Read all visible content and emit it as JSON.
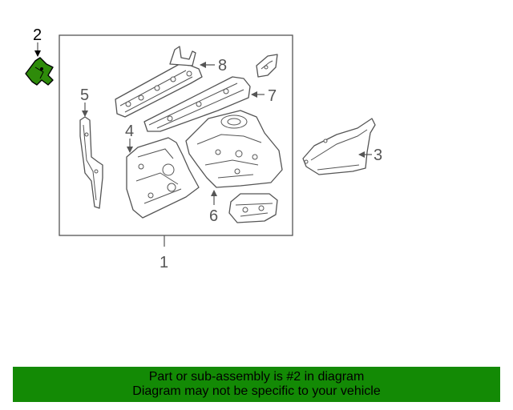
{
  "callouts": {
    "c1": "1",
    "c2": "2",
    "c3": "3",
    "c4": "4",
    "c5": "5",
    "c6": "6",
    "c7": "7",
    "c8": "8"
  },
  "banner": {
    "line1": "Part or sub-assembly is #2 in diagram",
    "line2": "Diagram may not be specific to your vehicle"
  },
  "colors": {
    "highlight_part": "#2e8b0a",
    "banner_bg": "#138a05",
    "line": "#555555"
  }
}
